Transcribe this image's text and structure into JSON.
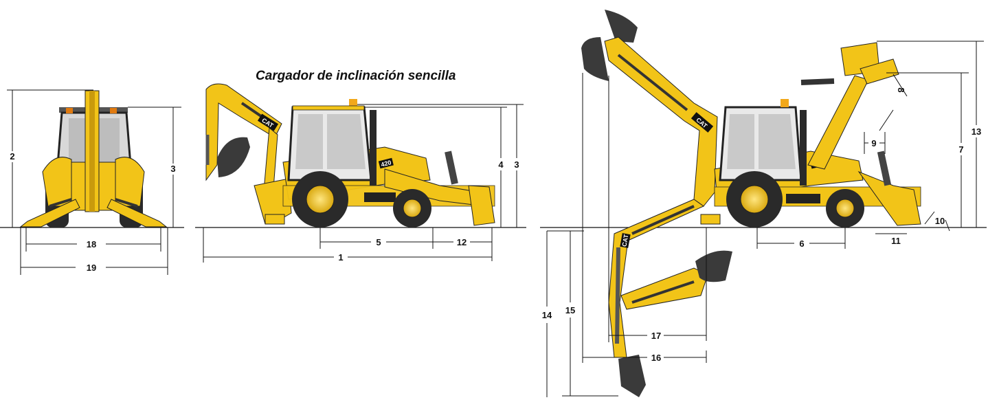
{
  "title": "Cargador de inclinación sencilla",
  "decals": {
    "brand": "CAT",
    "model": "420"
  },
  "dimension_labels": {
    "d1": "1",
    "d2": "2",
    "d3a": "3",
    "d3b": "3",
    "d4": "4",
    "d5": "5",
    "d6": "6",
    "d7": "7",
    "d8": "8",
    "d9": "9",
    "d10": "10",
    "d11": "11",
    "d12": "12",
    "d13": "13",
    "d14": "14",
    "d15": "15",
    "d16": "16",
    "d17": "17",
    "d18": "18",
    "d19": "19"
  },
  "colors": {
    "machine_yellow": "#f2c418",
    "machine_shadow": "#c99a0c",
    "tire": "#2a2a2a",
    "glass": "#c9c9c9",
    "line": "#111111"
  }
}
